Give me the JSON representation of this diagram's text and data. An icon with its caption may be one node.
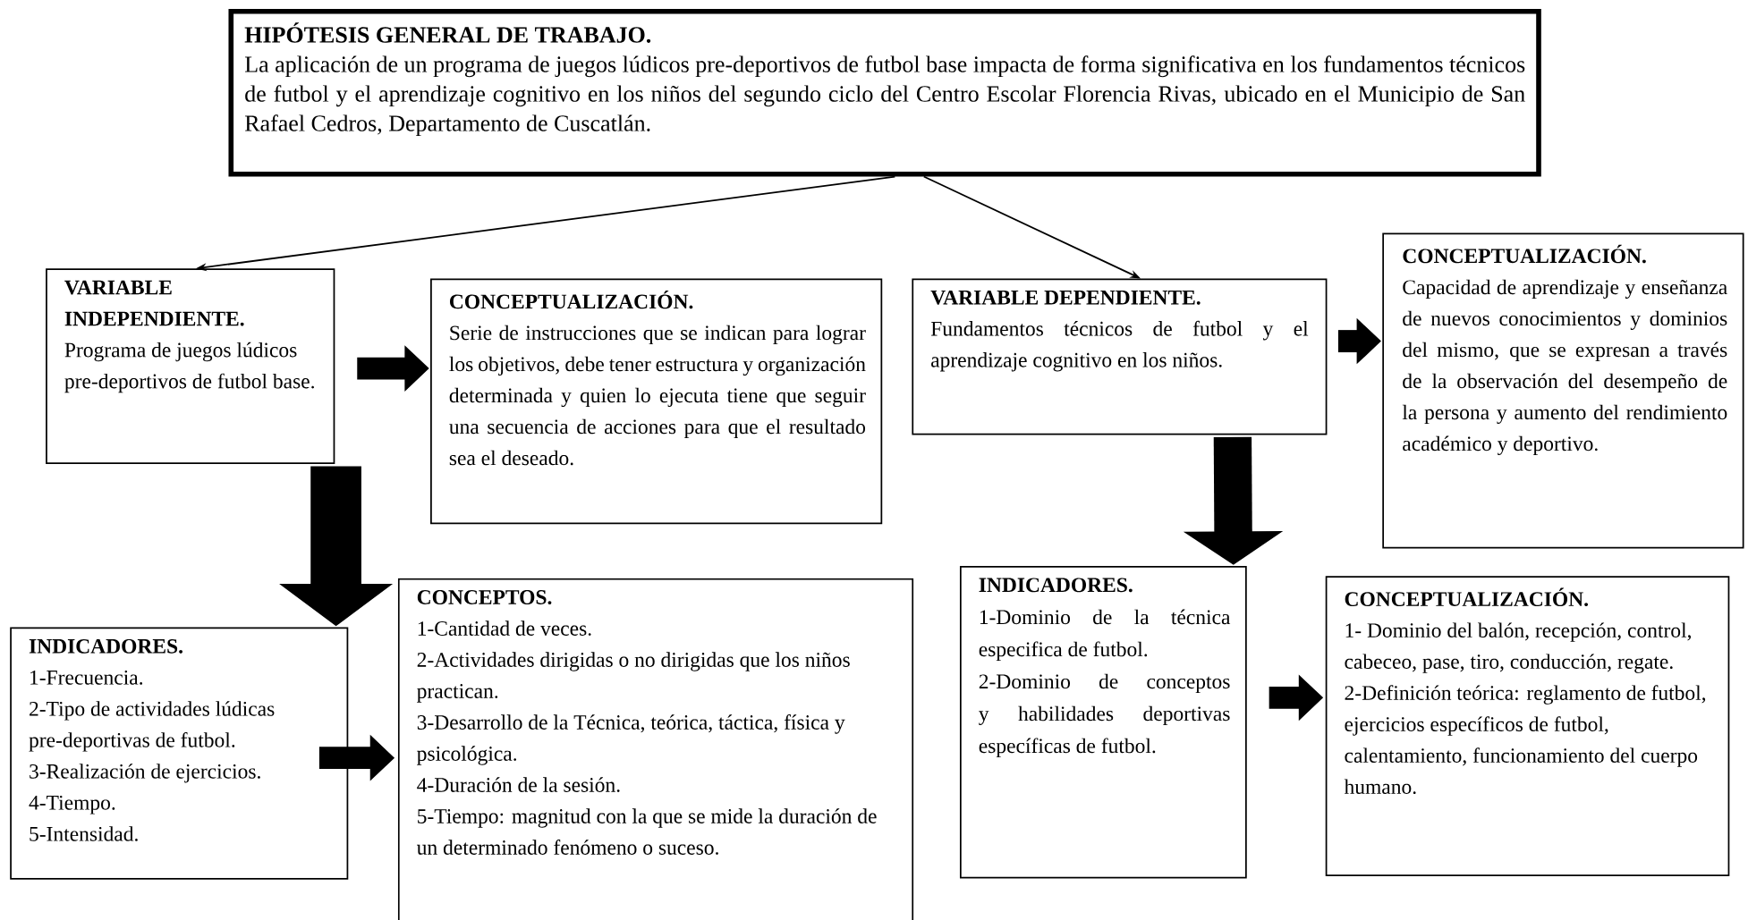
{
  "diagram": {
    "nodes": [
      {
        "text": [
          "HIPÓTESIS GENERAL DE TRABAJO.",
          "La aplicación de un programa de juegos lúdicos pre-deportivos de futbol base impacta de forma significativa en los fundamentos técnicos de futbol y el aprendizaje cognitivo en los niños del segundo ciclo del Centro Escolar Florencia Rivas, ubicado en el Municipio de San Rafael Cedros, Departamento de Cuscatlán."
        ]
      },
      {
        "text": [
          "VARIABLE INDEPENDIENTE.",
          "Programa de juegos lúdicos pre-deportivos de futbol base."
        ]
      },
      {
        "text": [
          "CONCEPTUALIZACIÓN.",
          "Serie de instrucciones que se indican para lograr los objetivos, debe tener estructura y organización determinada y quien lo ejecuta tiene que seguir una secuencia de acciones para que el resultado sea el deseado."
        ]
      },
      {
        "text": [
          "VARIABLE DEPENDIENTE.",
          "Fundamentos técnicos de futbol y el aprendizaje cognitivo en los niños."
        ]
      },
      {
        "text": [
          "CONCEPTUALIZACIÓN.",
          "Capacidad de aprendizaje y enseñanza de nuevos conocimientos y dominios del mismo, que se expresan a través de la observación del desempeño de la persona y aumento del rendimiento académico y deportivo."
        ]
      },
      {
        "text": [
          "INDICADORES.",
          "1-Frecuencia.",
          "2-Tipo de actividades lúdicas pre-deportivas de futbol.",
          "3-Realización de ejercicios.",
          "4-Tiempo.",
          "5-Intensidad."
        ]
      },
      {
        "text": [
          "CONCEPTOS.",
          "1-Cantidad de veces.",
          "2-Actividades dirigidas o no dirigidas que los niños practican.",
          "3-Desarrollo de la Técnica, teórica, táctica, física y psicológica.",
          "4-Duración de la sesión.",
          "5-Tiempo: magnitud con la que se mide la duración de un determinado fenómeno o suceso."
        ]
      },
      {
        "text": [
          "INDICADORES.",
          "1-Dominio de la técnica especifica de futbol.",
          "2-Dominio de conceptos y habilidades deportivas específicas de futbol."
        ]
      },
      {
        "text": [
          "CONCEPTUALIZACIÓN.",
          "1- Dominio del balón, recepción, control, cabeceo, pase, tiro, conducción, regate.",
          "2-Definición teórica: reglamento de futbol, ejercicios específicos de futbol, calentamiento, funcionamiento del cuerpo humano."
        ]
      }
    ],
    "edges": [
      {
        "from": 0,
        "to": 1,
        "arrow": "to"
      },
      {
        "from": 0,
        "to": 3,
        "arrow": "to"
      },
      {
        "from": 1,
        "to": 2,
        "arrow": "to"
      },
      {
        "from": 1,
        "to": 5,
        "arrow": "to",
        "style": "thick"
      },
      {
        "from": 3,
        "to": 4,
        "arrow": "to"
      },
      {
        "from": 5,
        "to": 6,
        "arrow": "to"
      },
      {
        "from": 3,
        "to": 7,
        "arrow": "to"
      },
      {
        "from": 7,
        "to": 8,
        "arrow": "to"
      }
    ]
  }
}
